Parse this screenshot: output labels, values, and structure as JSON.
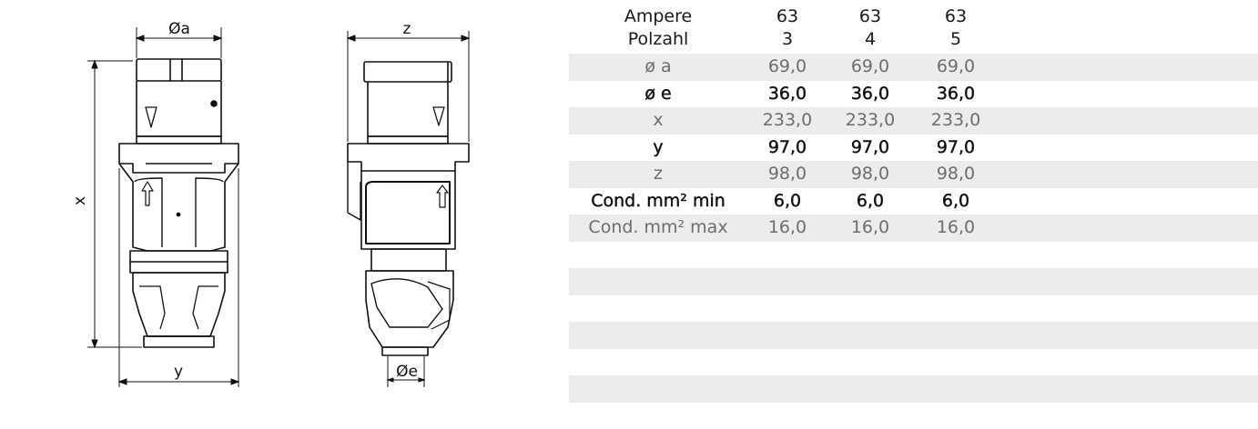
{
  "drawing": {
    "dim_labels": {
      "diameter_a": "Øa",
      "x": "x",
      "y": "y",
      "z": "z",
      "diameter_e": "Øe"
    }
  },
  "table": {
    "header": {
      "row1_label": "Ampere",
      "row2_label": "Polzahl",
      "columns": [
        {
          "ampere": "63",
          "poles": "3"
        },
        {
          "ampere": "63",
          "poles": "4"
        },
        {
          "ampere": "63",
          "poles": "5"
        }
      ]
    },
    "rows": [
      {
        "label": "ø a",
        "values": [
          "69,0",
          "69,0",
          "69,0"
        ]
      },
      {
        "label": "ø e",
        "values": [
          "36,0",
          "36,0",
          "36,0"
        ]
      },
      {
        "label": "x",
        "values": [
          "233,0",
          "233,0",
          "233,0"
        ]
      },
      {
        "label": "y",
        "values": [
          "97,0",
          "97,0",
          "97,0"
        ]
      },
      {
        "label": "z",
        "values": [
          "98,0",
          "98,0",
          "98,0"
        ]
      },
      {
        "label": "Cond. mm² min",
        "values": [
          "6,0",
          "6,0",
          "6,0"
        ]
      },
      {
        "label": "Cond. mm² max",
        "values": [
          "16,0",
          "16,0",
          "16,0"
        ]
      }
    ]
  }
}
